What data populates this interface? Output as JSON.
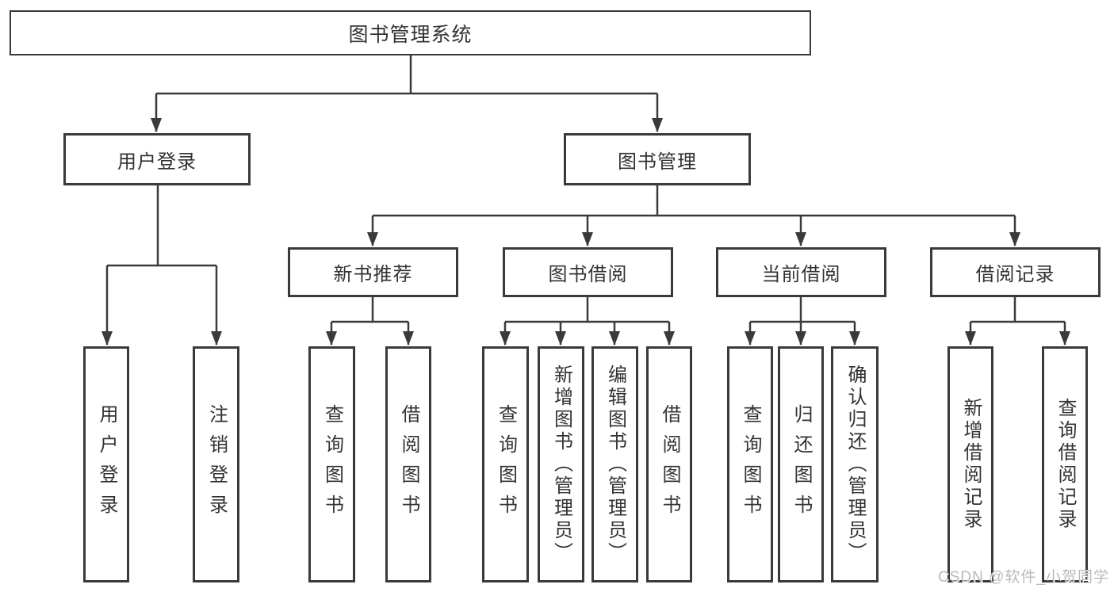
{
  "diagram": {
    "root": {
      "label": "图书管理系统"
    },
    "branches": [
      {
        "label": "用户登录",
        "children": [
          "用户登录",
          "注销登录"
        ]
      },
      {
        "label": "图书管理",
        "children": [
          {
            "label": "新书推荐",
            "children": [
              "查询图书",
              "借阅图书"
            ]
          },
          {
            "label": "图书借阅",
            "children": [
              "查询图书",
              "新增图书（管理员）",
              "编辑图书（管理员）",
              "借阅图书"
            ]
          },
          {
            "label": "当前借阅",
            "children": [
              "查询图书",
              "归还图书",
              "确认归还（管理员）"
            ]
          },
          {
            "label": "借阅记录",
            "children": [
              "新增借阅记录",
              "查询借阅记录"
            ]
          }
        ]
      }
    ],
    "watermark": "CSDN @软件_小贺同学",
    "colors": {
      "line": "#3a3a3a",
      "text": "#333333",
      "background": "#ffffff",
      "watermark": "#b9b9b9"
    }
  }
}
